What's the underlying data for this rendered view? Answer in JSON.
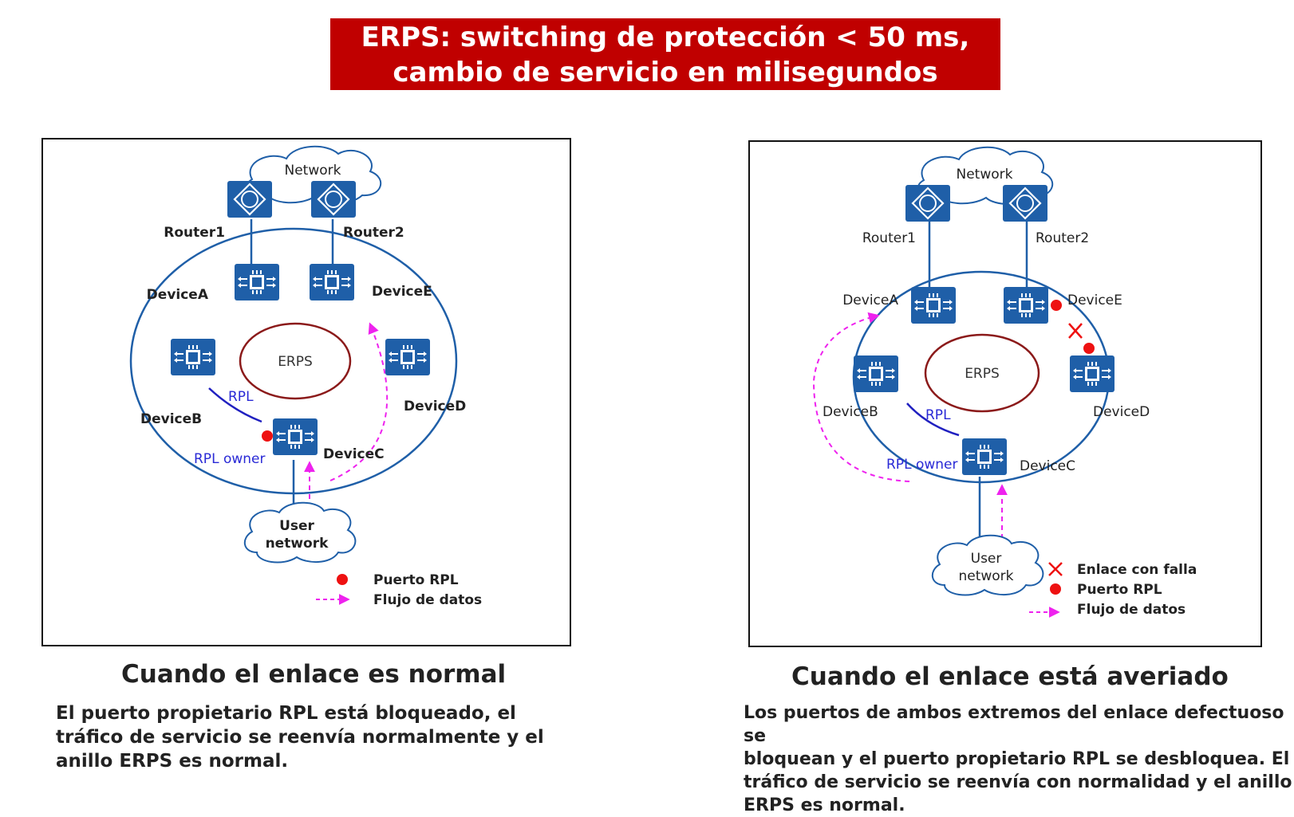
{
  "title": {
    "line1": "ERPS: switching de protección < 50 ms,",
    "line2": "cambio de servicio en milisegundos"
  },
  "colors": {
    "banner": "#c00000",
    "device": "#1f5fa8",
    "ring": "#1f5fa8",
    "erps_ellipse": "#8b1a1a",
    "rpl_port": "#ee1111",
    "data_flow": "#ee22ee",
    "rpl_label": "#2a2ad6"
  },
  "left_diagram": {
    "network": "Network",
    "router1": "Router1",
    "router2": "Router2",
    "deviceA": "DeviceA",
    "deviceB": "DeviceB",
    "deviceC": "DeviceC",
    "deviceD": "DeviceD",
    "deviceE": "DeviceE",
    "erps": "ERPS",
    "rpl": "RPL",
    "rpl_owner": "RPL owner",
    "user_line1": "User",
    "user_line2": "network",
    "router_glyph": "R",
    "legend": {
      "rpl_port": "Puerto RPL",
      "data_flow": "Flujo de datos"
    }
  },
  "right_diagram": {
    "network": "Network",
    "router1": "Router1",
    "router2": "Router2",
    "deviceA": "DeviceA",
    "deviceB": "DeviceB",
    "deviceC": "DeviceC",
    "deviceD": "DeviceD",
    "deviceE": "DeviceE",
    "erps": "ERPS",
    "rpl": "RPL",
    "rpl_owner": "RPL owner",
    "user_line1": "User",
    "user_line2": "network",
    "router_glyph": "R",
    "legend": {
      "faulty_link": "Enlace con falla",
      "rpl_port": "Puerto RPL",
      "data_flow": "Flujo de datos"
    }
  },
  "left_caption": {
    "title": "Cuando el enlace es normal",
    "line1": "El puerto propietario RPL está bloqueado, el",
    "line2": "tráfico de servicio se reenvía normalmente y el",
    "line3": "anillo ERPS es normal."
  },
  "right_caption": {
    "title": "Cuando el enlace está averiado",
    "line1": "Los puertos de ambos extremos del enlace defectuoso se",
    "line2": "bloquean y el puerto propietario RPL se desbloquea. El",
    "line3": "tráfico de servicio se reenvía con normalidad y el anillo",
    "line4": "ERPS es normal."
  }
}
